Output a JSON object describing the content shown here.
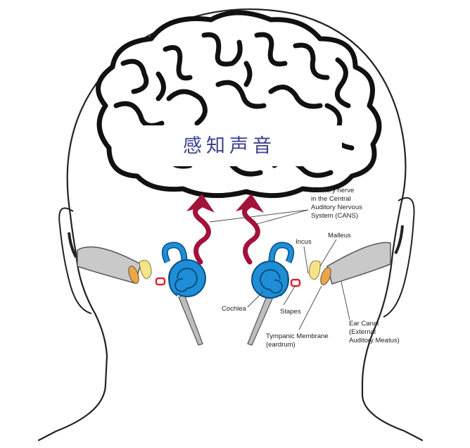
{
  "title": "感知声音",
  "labels": {
    "auditory_nerve": [
      "Auditory nerve",
      "in the Central",
      "Auditory Nervous",
      "System (CANS)"
    ],
    "incus": "Incus",
    "malleus": "Malleus",
    "cochlea": "Cochlea",
    "stapes": "Stapes",
    "tympanic": [
      "Tympanic Membrane",
      "(eardrum)"
    ],
    "ear_canal": [
      "Ear Canal",
      "(External",
      "Auditory Meatus)"
    ]
  },
  "colors": {
    "arrow": "#a3123a",
    "cochlea": "#1e8fd6",
    "cochlea_dark": "#0c4f85",
    "ossicle": "#f3e38a",
    "eardrum": "#f0a640",
    "stapes": "#d9262c",
    "canal": "#c9c9c9",
    "title": "#3d3f8f"
  }
}
